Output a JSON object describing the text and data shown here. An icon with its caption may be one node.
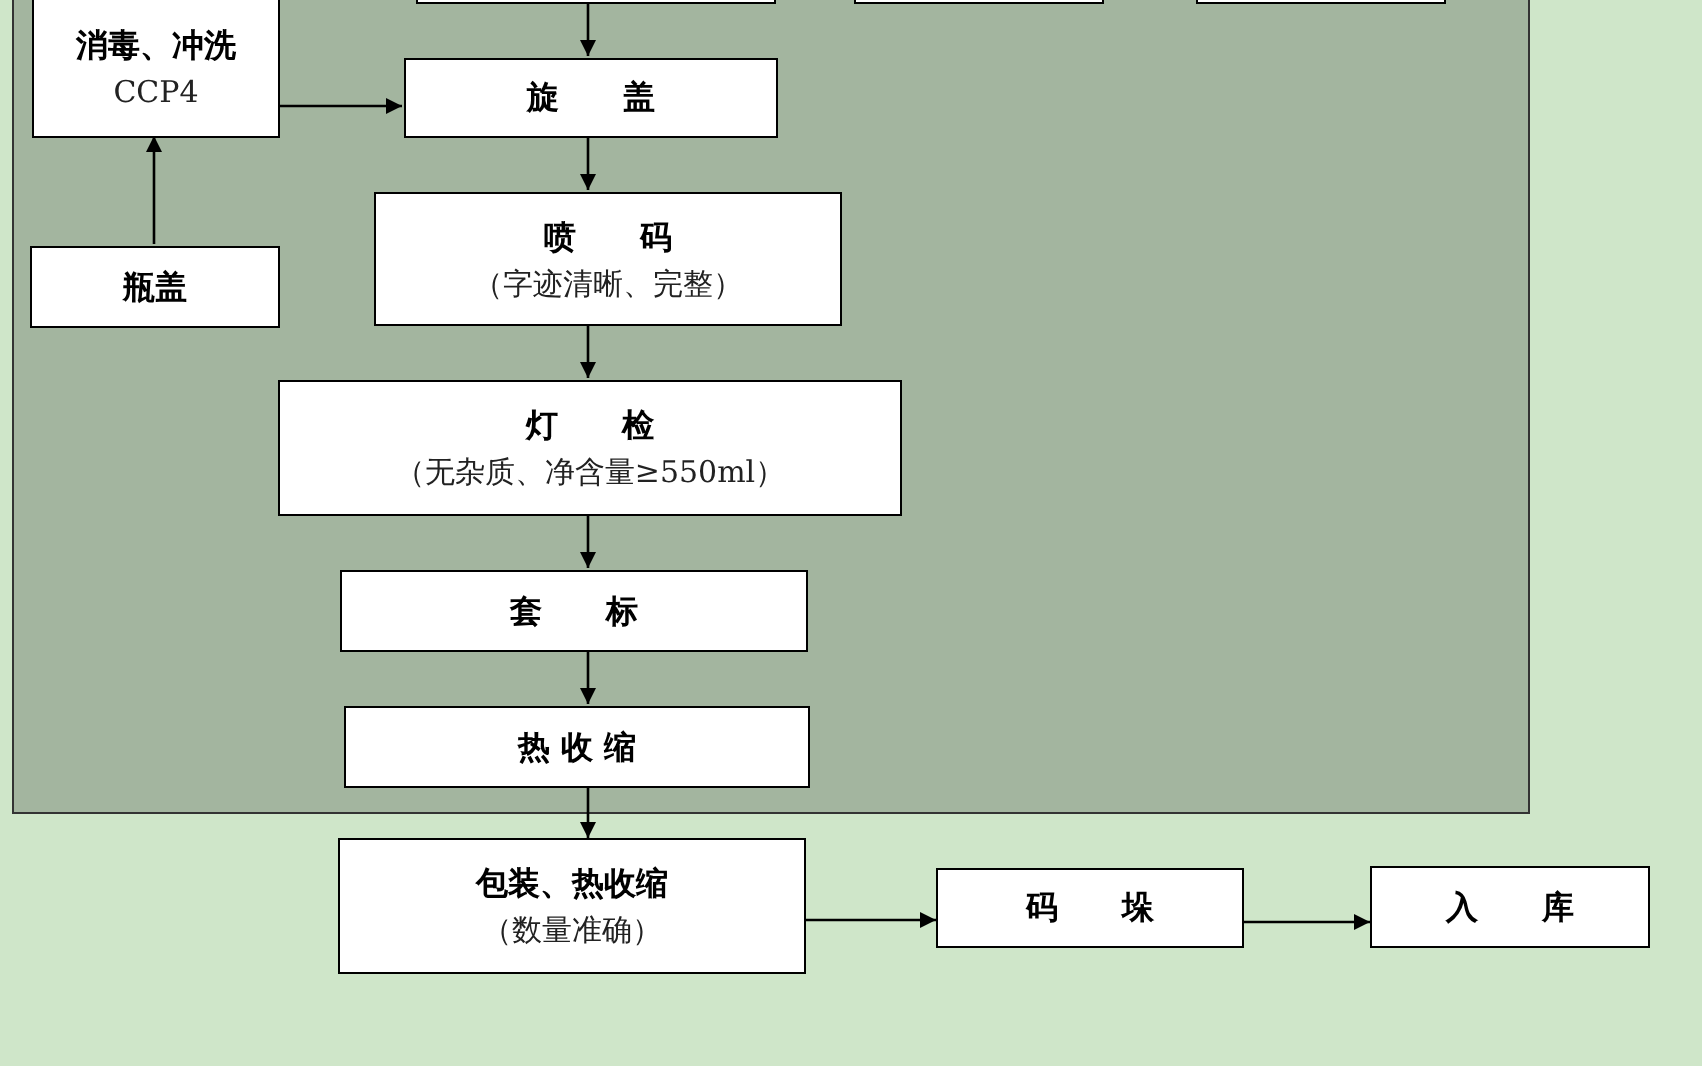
{
  "diagram": {
    "nodes": [
      {
        "text": [],
        "shape": "box"
      },
      {
        "text": [],
        "shape": "box"
      },
      {
        "text": [],
        "shape": "box"
      },
      {
        "text": [],
        "shape": "box"
      },
      {
        "text": [
          "消毒、冲洗",
          "CCP4"
        ],
        "in": 0
      },
      {
        "text": [
          "旋　　盖"
        ],
        "in": 0
      },
      {
        "text": [
          "瓶盖"
        ],
        "in": 0
      },
      {
        "text": [
          "喷　　码",
          "（字迹清晰、完整）"
        ],
        "in": 0
      },
      {
        "text": [
          "灯　　检",
          "（无杂质、净含量≥550ml）"
        ],
        "in": 0
      },
      {
        "text": [
          "套　　标"
        ],
        "in": 0
      },
      {
        "text": [
          "热 收 缩"
        ],
        "in": 0
      },
      {
        "text": [
          "包装、热收缩",
          "（数量准确）"
        ]
      },
      {
        "text": [
          "码　　垛"
        ]
      },
      {
        "text": [
          "入　　库"
        ]
      }
    ],
    "edges": [
      {
        "from": 1,
        "to": 5,
        "arrow": "to"
      },
      {
        "from": 6,
        "to": 4,
        "arrow": "to"
      },
      {
        "from": 4,
        "to": 5,
        "arrow": "to"
      },
      {
        "from": 5,
        "to": 7,
        "arrow": "to"
      },
      {
        "from": 7,
        "to": 8,
        "arrow": "to"
      },
      {
        "from": 8,
        "to": 9,
        "arrow": "to"
      },
      {
        "from": 9,
        "to": 10,
        "arrow": "to"
      },
      {
        "from": 10,
        "to": 11,
        "arrow": "to"
      },
      {
        "from": 11,
        "to": 12,
        "arrow": "to"
      },
      {
        "from": 12,
        "to": 13,
        "arrow": "to"
      }
    ]
  }
}
